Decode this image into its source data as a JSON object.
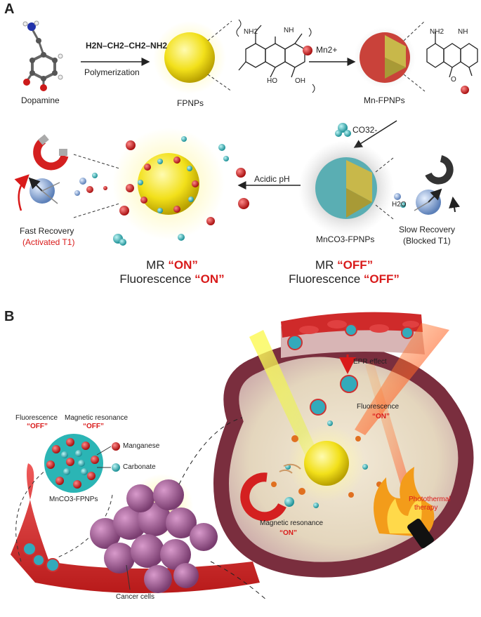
{
  "panel_a": {
    "letter": "A",
    "dopamine": "Dopamine",
    "polymerization": "Polymerization",
    "reagent_formula": "H2N–CH2–CH2–NH2",
    "fpnps": "FPNPs",
    "mn_ion": "Mn2+",
    "mn_fpnps": "Mn-FPNPs",
    "carbonate": "CO32-",
    "acidic_ph": "Acidic pH",
    "mnco3_fpnps": "MnCO3-FPNPs",
    "fast_recovery": "Fast Recovery",
    "activated_t1": "(Activated T1)",
    "slow_recovery": "Slow Recovery",
    "blocked_t1": "(Blocked T1)",
    "water": "H2O",
    "nh2": "NH2",
    "nh": "NH",
    "oh": "OH",
    "o": "O",
    "ho": "HO",
    "state_on": {
      "mr": "MR",
      "mr_state": "“ON”",
      "fl": "Fluorescence",
      "fl_state": "“ON”"
    },
    "state_off": {
      "mr": "MR",
      "mr_state": "“OFF”",
      "fl": "Fluorescence",
      "fl_state": "“OFF”"
    }
  },
  "panel_b": {
    "letter": "B",
    "fluorescence": "Fluorescence",
    "fl_off": "“OFF”",
    "magnetic_resonance": "Magnetic resonance",
    "mr_off": "“OFF”",
    "manganese": "Manganese",
    "carbonate": "Carbonate",
    "mnco3_fpnps": "MnCO3-FPNPs",
    "cancer_cells": "Cancer cells",
    "epr_effect": "EPR effect",
    "fl_on_label": "Fluorescence",
    "fl_on": "“ON”",
    "mr_on_label": "Magnetic resonance",
    "mr_on": "“ON”",
    "photothermal": "Photothermal",
    "therapy": "therapy"
  },
  "colors": {
    "manganese": "#d42020",
    "carbonate": "#2bb5b5",
    "nanoparticle_core": "#f5e21c",
    "accent_red": "#d91a1a",
    "tissue": "#8a3a4a"
  }
}
